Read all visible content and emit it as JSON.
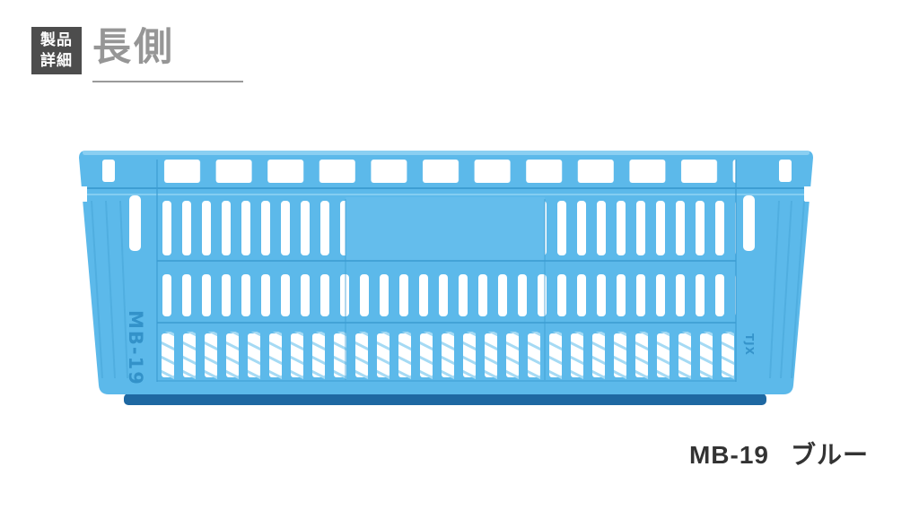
{
  "page": {
    "background": "#ffffff"
  },
  "header": {
    "badge_line1": "製品",
    "badge_line2": "詳細",
    "title": "長側"
  },
  "product": {
    "model": "MB-19",
    "color_name": "ブルー",
    "embossed_left": "MB-19",
    "embossed_right": "TJX"
  },
  "colors": {
    "crate_main": "#5cb9ea",
    "crate_panel": "#64bdec",
    "crate_highlight": "#8fd2f3",
    "crate_line": "#3e9ed3",
    "crate_emboss": "#2f8ec6",
    "crate_base": "#1e68a2",
    "badge_background": "#4d4d4d",
    "badge_text": "#ffffff",
    "title_text": "#969696",
    "caption_text": "#333333"
  }
}
